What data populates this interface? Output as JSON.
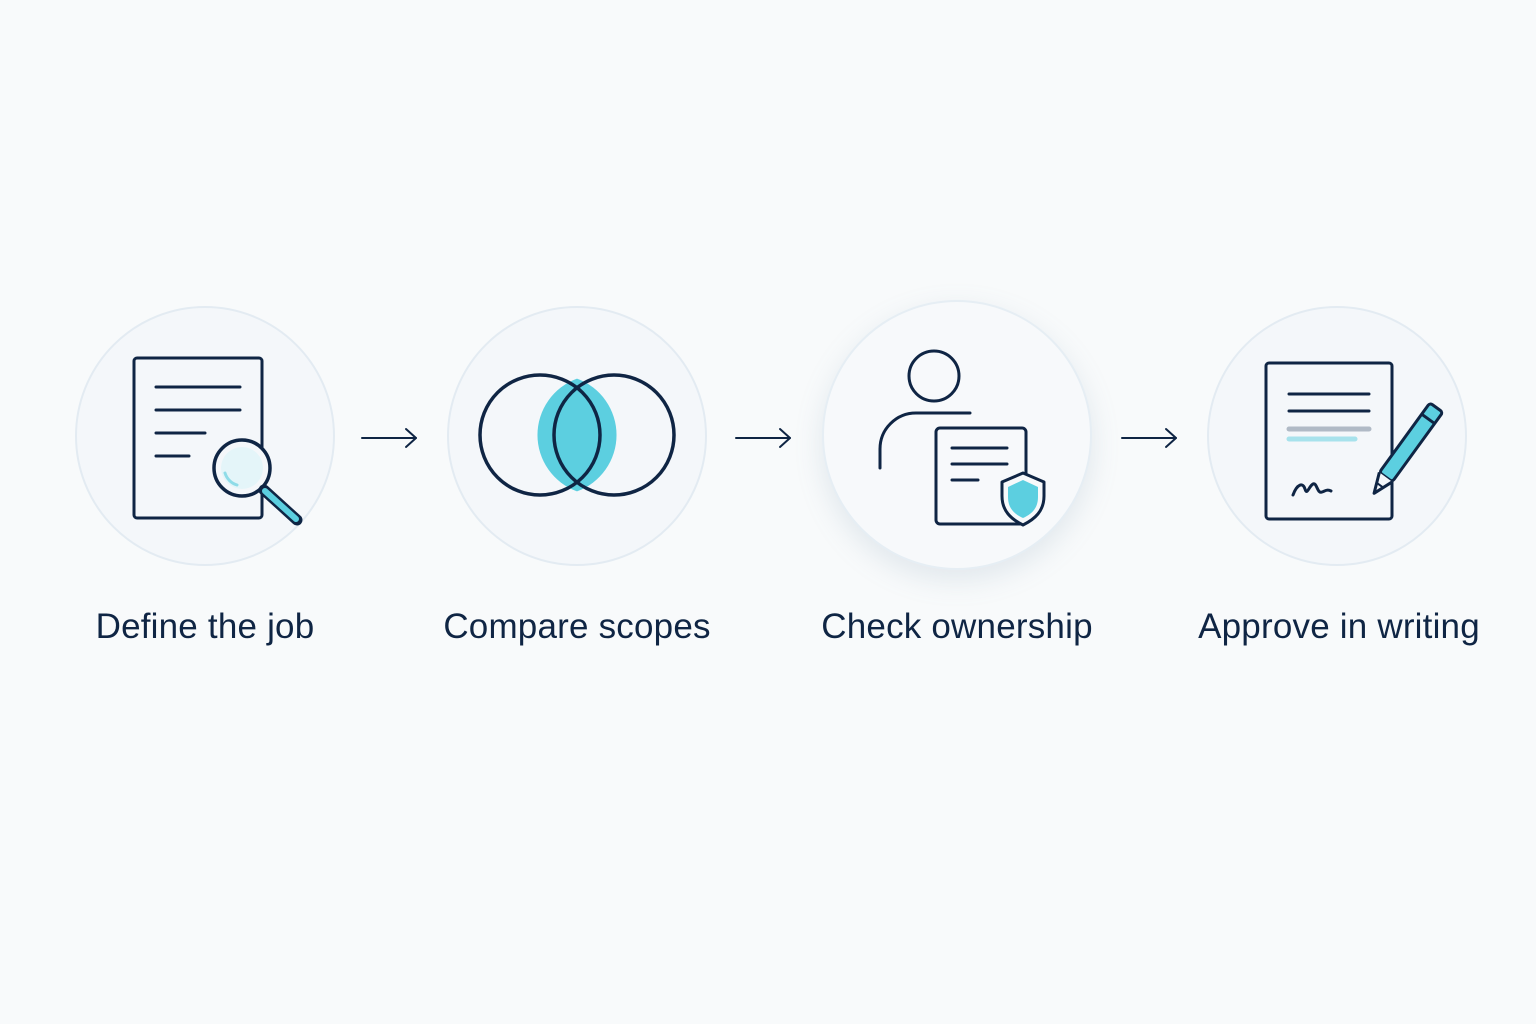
{
  "colors": {
    "background": "#f8fafb",
    "ink": "#0f2544",
    "accent": "#5ccfe0",
    "circle_fill": "#f4f7fa",
    "circle_border": "#e3ebf2"
  },
  "steps": [
    {
      "label": "Define the job",
      "icon": "document-magnifier-icon"
    },
    {
      "label": "Compare scopes",
      "icon": "venn-overlap-icon"
    },
    {
      "label": "Check ownership",
      "icon": "person-document-shield-icon"
    },
    {
      "label": "Approve in writing",
      "icon": "signed-document-pen-icon"
    }
  ],
  "connectors": [
    "right-arrow-icon",
    "right-arrow-icon",
    "right-arrow-icon"
  ]
}
